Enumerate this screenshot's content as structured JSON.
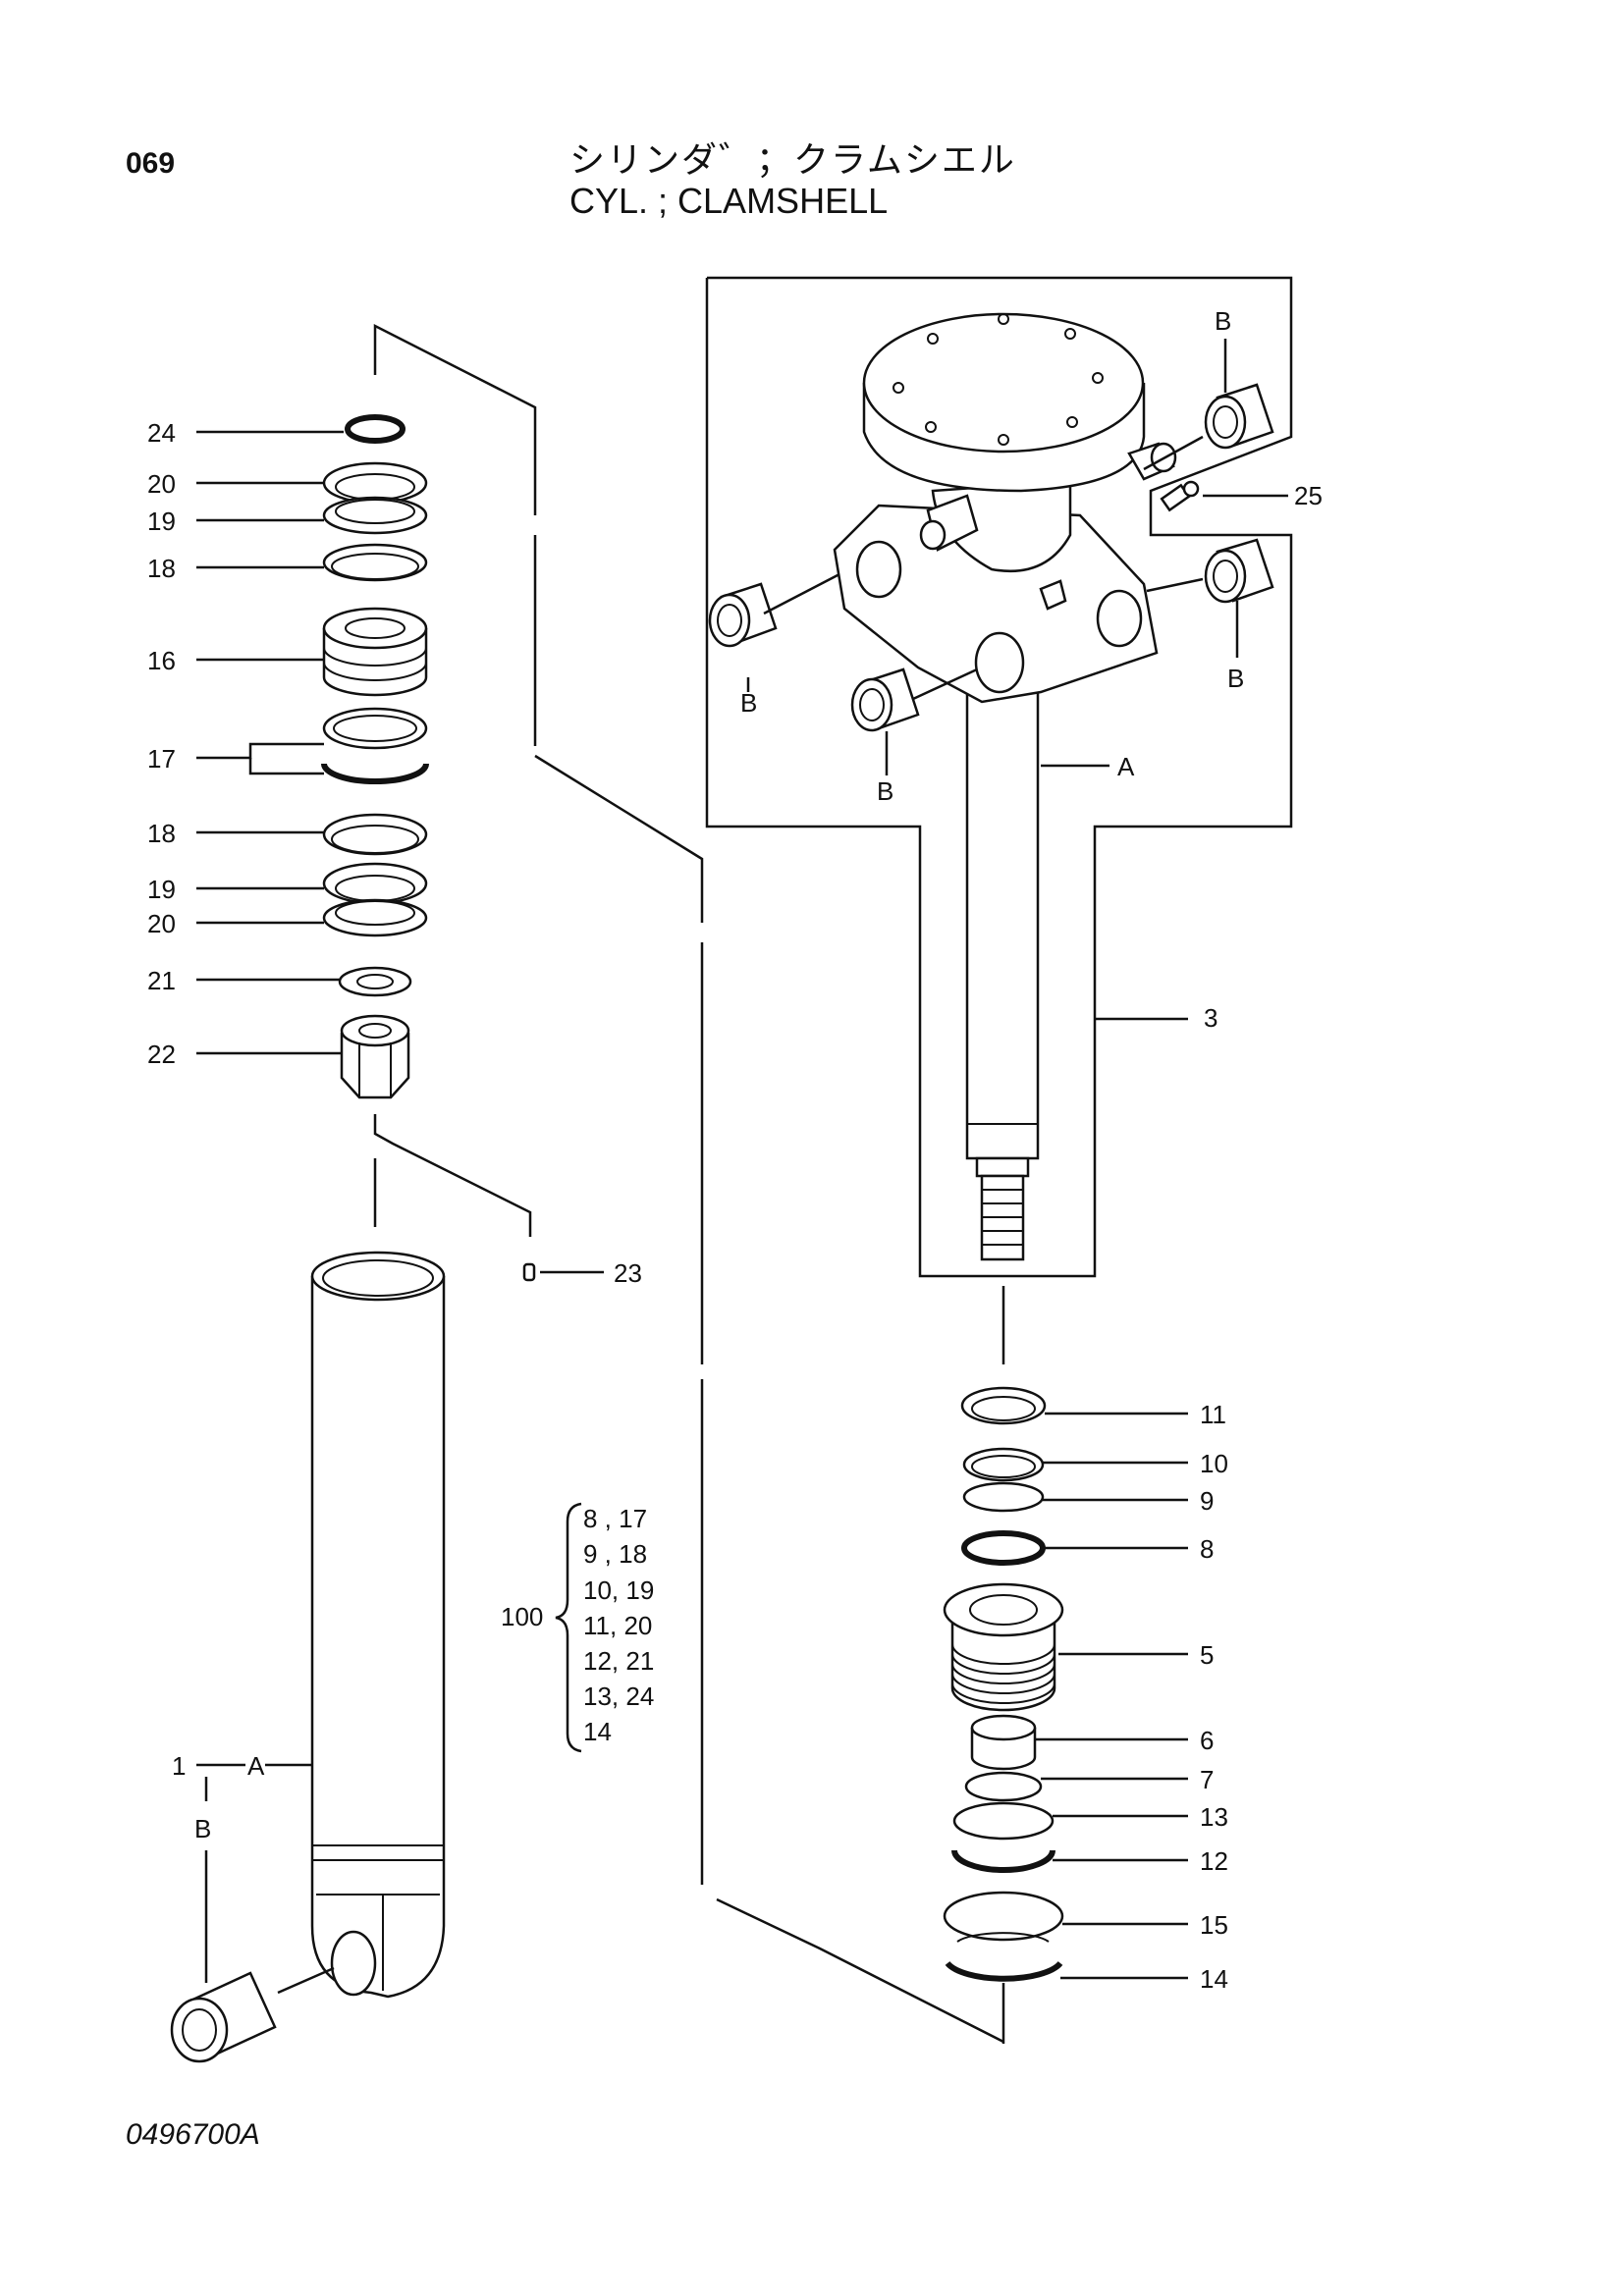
{
  "header": {
    "page_number": "069",
    "title_jp": "シリンダ゛；クラムシエル",
    "title_en": "CYL. ; CLAMSHELL"
  },
  "footer": {
    "drawing_code": "0496700A"
  },
  "labels": {
    "l24": "24",
    "l20a": "20",
    "l19a": "19",
    "l18a": "18",
    "l16": "16",
    "l17": "17",
    "l18b": "18",
    "l19b": "19",
    "l20b": "20",
    "l21": "21",
    "l22": "22",
    "l23": "23",
    "l1": "1",
    "l1A": "A",
    "l1B": "B",
    "l25": "25",
    "lA": "A",
    "l3": "3",
    "lB1": "B",
    "lB2": "B",
    "lB3": "B",
    "lB4": "B",
    "l11": "11",
    "l10": "10",
    "l9": "9",
    "l8": "8",
    "l5": "5",
    "l6": "6",
    "l7": "7",
    "l13": "13",
    "l12": "12",
    "l15": "15",
    "l14": "14"
  },
  "kit": {
    "number": "100",
    "rows": [
      "8 , 17",
      "9 , 18",
      "10, 19",
      "11, 20",
      "12, 21",
      "13, 24",
      "14"
    ]
  }
}
